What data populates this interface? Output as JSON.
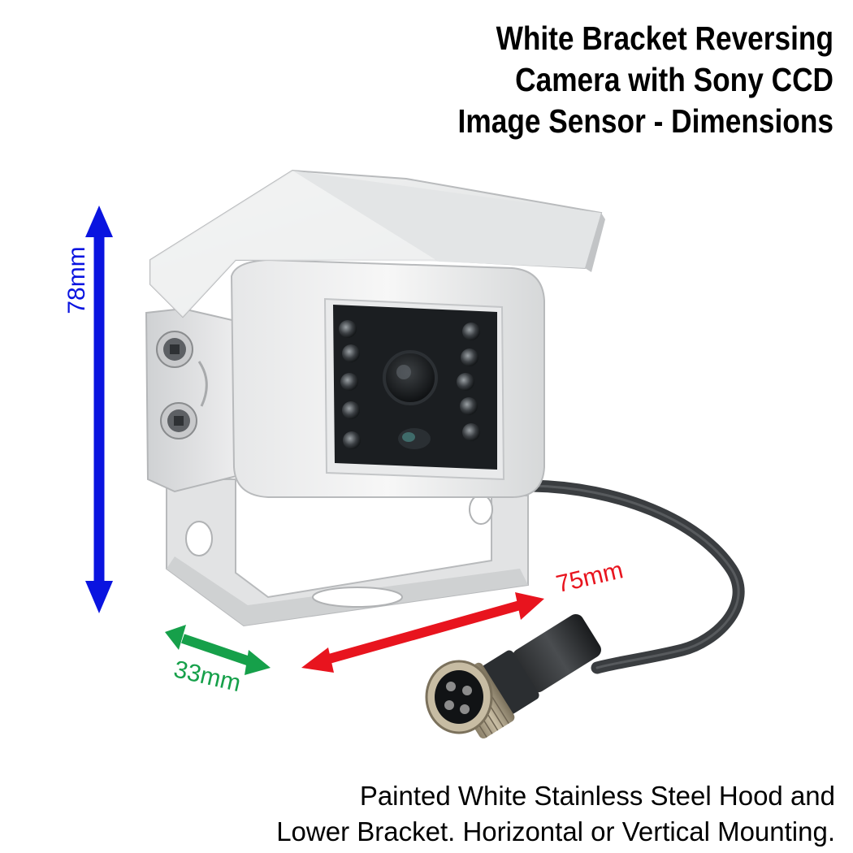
{
  "title": {
    "lines": [
      "White Bracket Reversing",
      "Camera with Sony CCD",
      "Image Sensor - Dimensions"
    ]
  },
  "dimensions": {
    "height": {
      "label": "78mm",
      "color": "#0a14e0"
    },
    "width": {
      "label": "75mm",
      "color": "#e8141e"
    },
    "depth": {
      "label": "33mm",
      "color": "#16a04a"
    }
  },
  "caption": {
    "lines": [
      "Painted White Stainless Steel Hood and",
      "Lower Bracket. Horizontal or Vertical Mounting."
    ]
  },
  "colors": {
    "background": "#ffffff",
    "text": "#000000"
  }
}
